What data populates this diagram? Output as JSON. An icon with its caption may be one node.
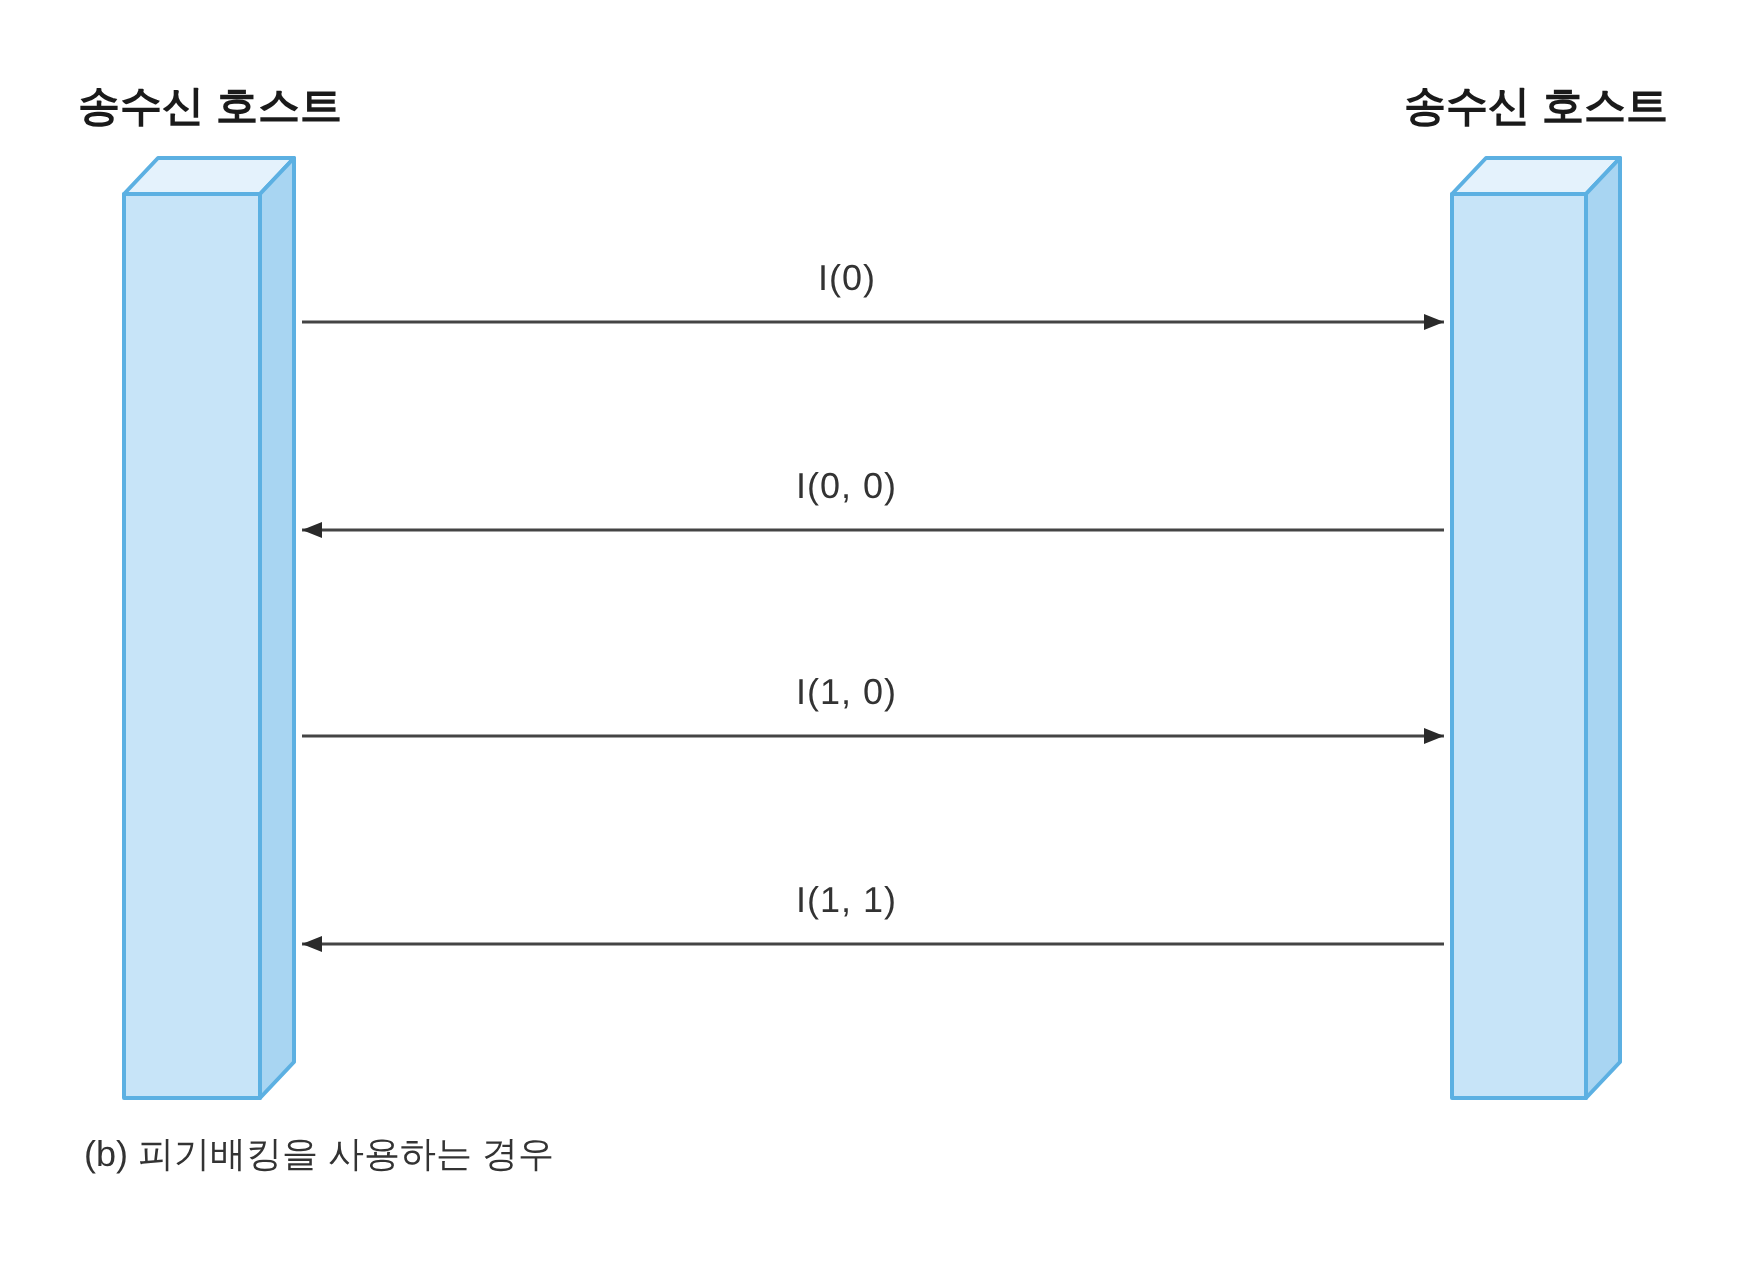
{
  "diagram": {
    "caption": "(b) 피기배킹을 사용하는 경우",
    "nodes": [
      {
        "text": [
          "송수신 호스트"
        ]
      },
      {
        "text": [
          "송수신 호스트"
        ]
      }
    ],
    "edges": [
      {
        "from": 0,
        "to": 1,
        "arrow": "to",
        "label": "I(0)"
      },
      {
        "from": 1,
        "to": 0,
        "arrow": "to",
        "label": "I(0, 0)"
      },
      {
        "from": 0,
        "to": 1,
        "arrow": "to",
        "label": "I(1, 0)"
      },
      {
        "from": 1,
        "to": 0,
        "arrow": "to",
        "label": "I(1, 1)"
      }
    ]
  }
}
